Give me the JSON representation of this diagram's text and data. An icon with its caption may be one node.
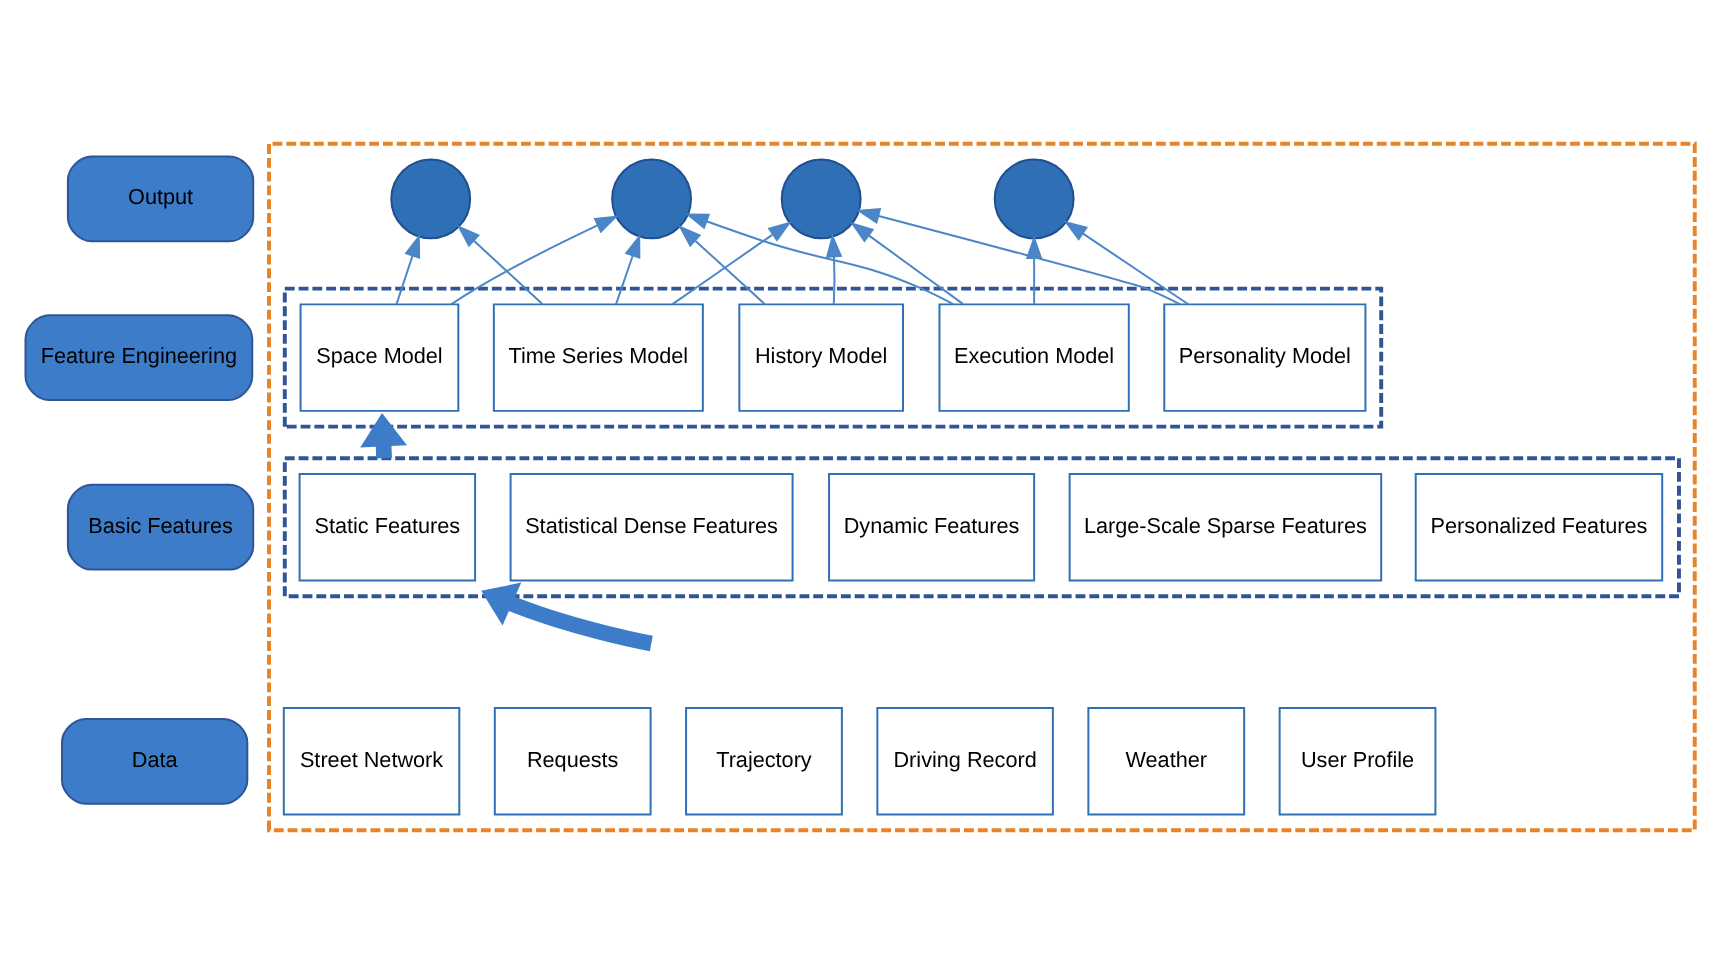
{
  "diagram": {
    "nodes": [
      {
        "text": [
          "Output"
        ]
      },
      {
        "text": [
          "Feature Engineering"
        ]
      },
      {
        "text": [
          "Basic Features"
        ]
      },
      {
        "text": [
          "Data"
        ]
      },
      {
        "text": [],
        "shape": "box"
      },
      {
        "text": [],
        "shape": "circle",
        "in": 4
      },
      {
        "text": [],
        "shape": "circle",
        "in": 4
      },
      {
        "text": [],
        "shape": "circle",
        "in": 4
      },
      {
        "text": [],
        "shape": "circle",
        "in": 4
      },
      {
        "text": [],
        "shape": "box",
        "in": 4
      },
      {
        "text": [
          "Space Model"
        ],
        "in": 9
      },
      {
        "text": [
          "Time Series Model"
        ],
        "in": 9
      },
      {
        "text": [
          "History Model"
        ],
        "in": 9
      },
      {
        "text": [
          "Execution Model"
        ],
        "in": 9
      },
      {
        "text": [
          "Personality Model"
        ],
        "in": 9
      },
      {
        "text": [],
        "shape": "box",
        "in": 4
      },
      {
        "text": [
          "Static Features"
        ],
        "in": 15
      },
      {
        "text": [
          "Dynamic Features"
        ],
        "in": 15
      },
      {
        "text": [
          "Statistical Dense Features"
        ],
        "in": 15
      },
      {
        "text": [
          "Large-Scale Sparse Features"
        ],
        "in": 15
      },
      {
        "text": [
          "Personalized Features"
        ],
        "in": 15
      },
      {
        "text": [
          "Street Network"
        ],
        "in": 4
      },
      {
        "text": [
          "Requests"
        ],
        "in": 4
      },
      {
        "text": [
          "Trajectory"
        ],
        "in": 4
      },
      {
        "text": [
          "Driving Record"
        ],
        "in": 4
      },
      {
        "text": [
          "Weather"
        ],
        "in": 4
      },
      {
        "text": [
          "User Profile"
        ],
        "in": 4
      }
    ],
    "edges": [
      {
        "from": 10,
        "to": 5,
        "arrow": "to"
      },
      {
        "from": 10,
        "to": 6,
        "arrow": "to"
      },
      {
        "from": 11,
        "to": 5,
        "arrow": "to"
      },
      {
        "from": 11,
        "to": 6,
        "arrow": "to"
      },
      {
        "from": 11,
        "to": 7,
        "arrow": "to"
      },
      {
        "from": 12,
        "to": 6,
        "arrow": "to"
      },
      {
        "from": 12,
        "to": 7,
        "arrow": "to"
      },
      {
        "from": 13,
        "to": 6,
        "arrow": "to"
      },
      {
        "from": 13,
        "to": 7,
        "arrow": "to"
      },
      {
        "from": 13,
        "to": 8,
        "arrow": "to"
      },
      {
        "from": 14,
        "to": 7,
        "arrow": "to"
      },
      {
        "from": 14,
        "to": 8,
        "arrow": "to"
      },
      {
        "from": 15,
        "to": 9,
        "arrow": "to",
        "style": "thick"
      },
      {
        "from": null,
        "to": 15,
        "arrow": "to",
        "style": "thick"
      }
    ]
  }
}
